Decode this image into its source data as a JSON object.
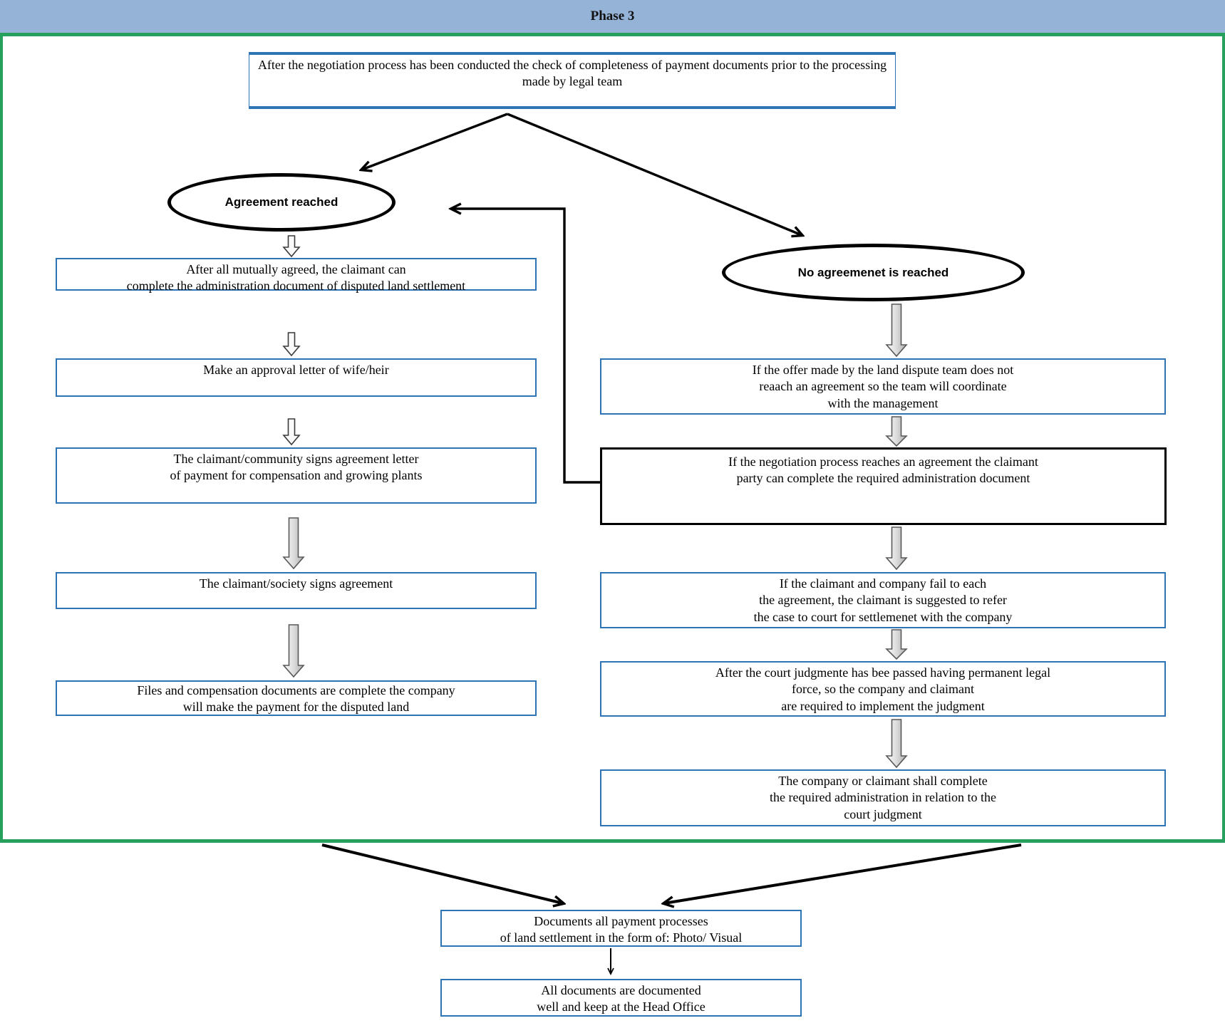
{
  "header": {
    "title": "Phase 3"
  },
  "top_box": {
    "text": "After the negotiation process has been conducted the check of completeness of payment documents prior to the processing\nmade by legal team"
  },
  "branch_left": {
    "label": "Agreement reached"
  },
  "branch_right": {
    "label": "No agreemenet is reached"
  },
  "left_steps": [
    {
      "text": "After all mutually agreed, the claimant can\ncomplete the administration document of disputed land settlement"
    },
    {
      "text": "Make an approval letter of wife/heir"
    },
    {
      "text": "The claimant/community signs agreement letter\nof payment for compensation and growing plants"
    },
    {
      "text": "The claimant/society signs agreement"
    },
    {
      "text": "Files and compensation documents are complete the company\nwill make the payment for the disputed land"
    }
  ],
  "right_steps": [
    {
      "text": "If the offer made by the land dispute team does not\nreaach an agreement so the team will coordinate\nwith the management"
    },
    {
      "text": "If the negotiation process reaches an agreement the claimant\nparty can complete the required administration document"
    },
    {
      "text": "If the claimant and company fail to each\nthe agreement, the claimant is suggested to refer\nthe case to court for settlemenet with the company"
    },
    {
      "text": "After the court judgmente has bee passed having permanent legal\nforce, so the company and claimant\nare required to implement the judgment"
    },
    {
      "text": "The company or claimant shall complete\nthe required administration in relation to the\ncourt judgment"
    }
  ],
  "bottom_steps": [
    {
      "text": "Documents all payment processes\nof land settlement in the form of: Photo/ Visual"
    },
    {
      "text": "All documents are documented\nwell and keep at the Head Office"
    }
  ],
  "colors": {
    "header_bg": "#95B3D7",
    "frame_green": "#27A05D",
    "box_border_blue": "#2E74B5",
    "box_border_black": "#000000",
    "arrow_black": "#000000",
    "block_arrow_gray": "#c0c0c0"
  }
}
